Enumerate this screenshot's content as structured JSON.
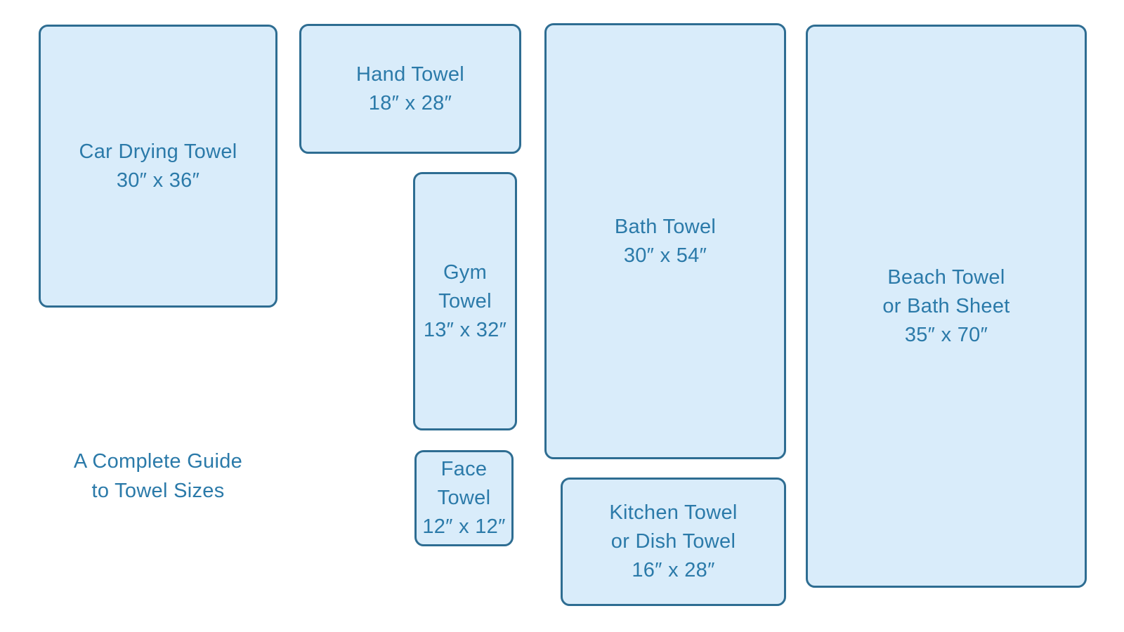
{
  "title": {
    "lines": [
      "A Complete Guide",
      "to Towel Sizes"
    ]
  },
  "colors": {
    "background": "#ffffff",
    "box_fill": "#d9ecfa",
    "box_border": "#2e6d92",
    "text": "#2b7aa9"
  },
  "towels": [
    {
      "id": "car-drying-towel",
      "label_lines": [
        "Car Drying Towel",
        "30″ x 36″"
      ],
      "width_in": 30,
      "height_in": 36
    },
    {
      "id": "hand-towel",
      "label_lines": [
        "Hand Towel",
        "18″ x 28″"
      ],
      "width_in": 18,
      "height_in": 28
    },
    {
      "id": "gym-towel",
      "label_lines": [
        "Gym",
        "Towel",
        "13″ x 32″"
      ],
      "width_in": 13,
      "height_in": 32
    },
    {
      "id": "face-towel",
      "label_lines": [
        "Face",
        "Towel",
        "12″ x 12″"
      ],
      "width_in": 12,
      "height_in": 12
    },
    {
      "id": "bath-towel",
      "label_lines": [
        "Bath Towel",
        "30″ x 54″"
      ],
      "width_in": 30,
      "height_in": 54
    },
    {
      "id": "kitchen-towel",
      "label_lines": [
        "Kitchen Towel",
        "or Dish Towel",
        "16″ x 28″"
      ],
      "width_in": 16,
      "height_in": 28
    },
    {
      "id": "beach-towel",
      "label_lines": [
        "Beach Towel",
        "or Bath Sheet",
        "35″ x 70″"
      ],
      "width_in": 35,
      "height_in": 70
    }
  ]
}
